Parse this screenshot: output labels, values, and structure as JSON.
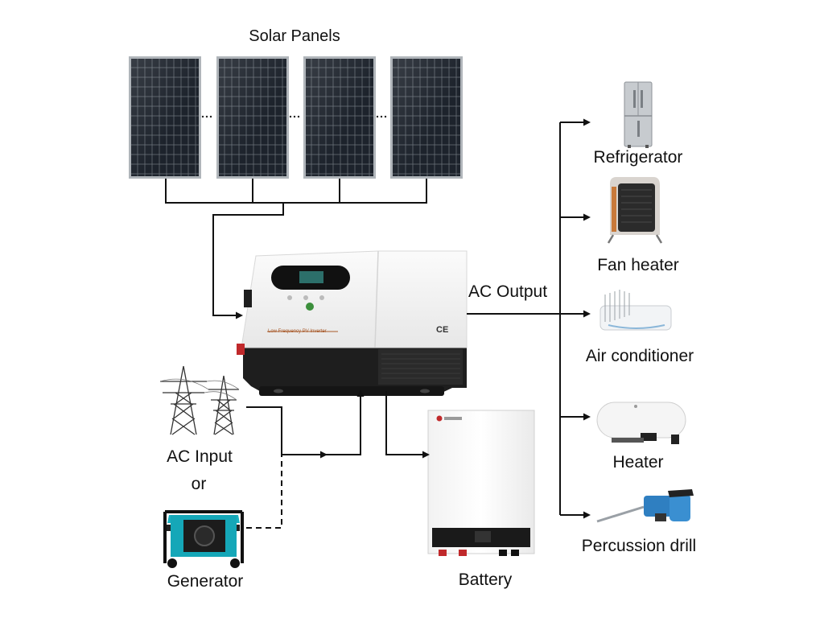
{
  "labels": {
    "solar_panels": "Solar Panels",
    "ac_output": "AC Output",
    "ac_input": "AC Input",
    "or": "or",
    "generator": "Generator",
    "battery": "Battery"
  },
  "inverter": {
    "model_text": "Low Frequency PV Inverter",
    "ce_mark": "CE"
  },
  "appliances": [
    {
      "label": "Refrigerator",
      "icon": "refrigerator-icon"
    },
    {
      "label": "Fan heater",
      "icon": "fan-heater-icon"
    },
    {
      "label": "Air conditioner",
      "icon": "air-conditioner-icon"
    },
    {
      "label": "Heater",
      "icon": "water-heater-icon"
    },
    {
      "label": "Percussion drill",
      "icon": "percussion-drill-icon"
    }
  ],
  "colors": {
    "panel_cell": "#1d232c",
    "panel_frame": "#9aa0a6",
    "inverter_body": "#f4f4f4",
    "inverter_base": "#1e1e1e",
    "terminal_red": "#c0292b",
    "generator_accent": "#1ab0c0",
    "line": "#111111"
  }
}
